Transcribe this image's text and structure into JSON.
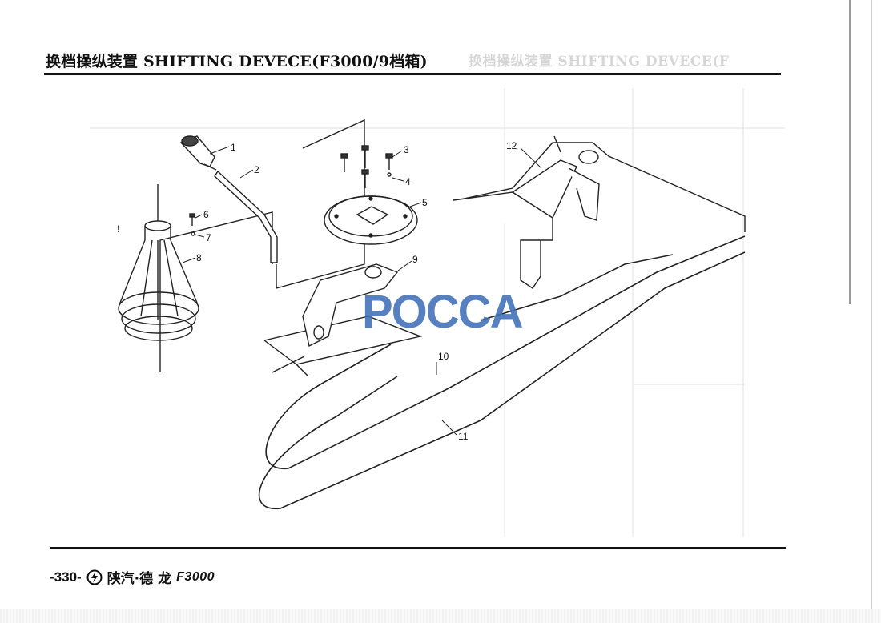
{
  "header": {
    "title": "换档操纵装置 SHIFTING DEVECE(F3000/9档箱)",
    "bleed_text": "换档操纵装置 SHIFTING DEVECE(F"
  },
  "diagram": {
    "callouts": [
      "1",
      "2",
      "3",
      "4",
      "5",
      "6",
      "7",
      "8",
      "9",
      "10",
      "11",
      "12",
      "!"
    ]
  },
  "watermark": {
    "text": "POCCA",
    "color": "#3f6fb7"
  },
  "footer": {
    "page_number": "-330-",
    "brand_icon": "shaanxi-auto-logo-icon",
    "brand_cn": "陕汽·德",
    "brand_signature": "龙",
    "brand_model": "F3000"
  }
}
